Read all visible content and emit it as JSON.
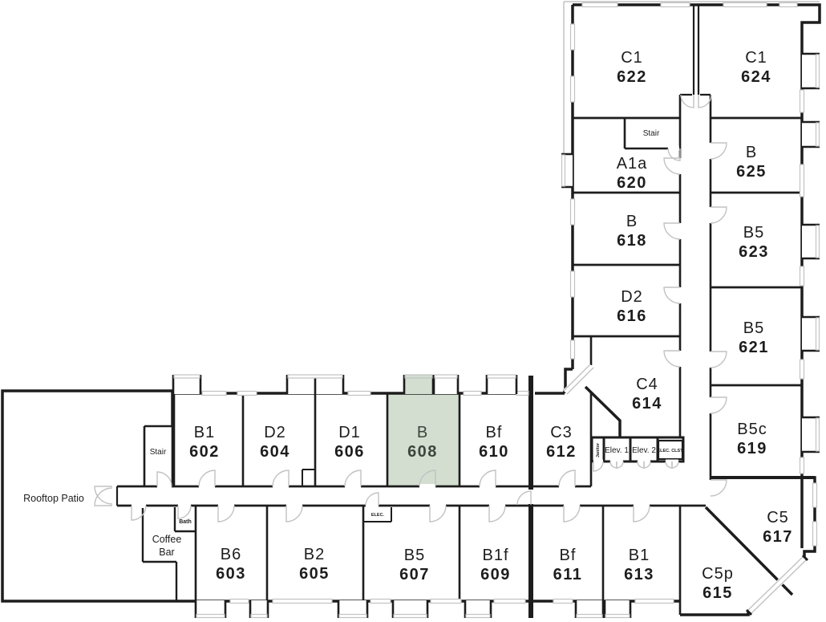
{
  "floorplan": {
    "highlighted_room": "608",
    "colors": {
      "wall": "#1d1d1d",
      "fixture_gray": "#c2c2c2",
      "highlight_fill": "#d3ded1",
      "highlight_text": "#3c463c"
    },
    "rooms": [
      {
        "type": "C1",
        "number": "622",
        "highlighted": false
      },
      {
        "type": "C1",
        "number": "624",
        "highlighted": false
      },
      {
        "type": "A1a",
        "number": "620",
        "highlighted": false
      },
      {
        "type": "B",
        "number": "625",
        "highlighted": false
      },
      {
        "type": "B",
        "number": "618",
        "highlighted": false
      },
      {
        "type": "B5",
        "number": "623",
        "highlighted": false
      },
      {
        "type": "D2",
        "number": "616",
        "highlighted": false
      },
      {
        "type": "B5",
        "number": "621",
        "highlighted": false
      },
      {
        "type": "C4",
        "number": "614",
        "highlighted": false
      },
      {
        "type": "B5c",
        "number": "619",
        "highlighted": false
      },
      {
        "type": "C5",
        "number": "617",
        "highlighted": false
      },
      {
        "type": "C5p",
        "number": "615",
        "highlighted": false
      },
      {
        "type": "B1",
        "number": "602",
        "highlighted": false
      },
      {
        "type": "D2",
        "number": "604",
        "highlighted": false
      },
      {
        "type": "D1",
        "number": "606",
        "highlighted": false
      },
      {
        "type": "B",
        "number": "608",
        "highlighted": true
      },
      {
        "type": "Bf",
        "number": "610",
        "highlighted": false
      },
      {
        "type": "C3",
        "number": "612",
        "highlighted": false
      },
      {
        "type": "B6",
        "number": "603",
        "highlighted": false
      },
      {
        "type": "B2",
        "number": "605",
        "highlighted": false
      },
      {
        "type": "B5",
        "number": "607",
        "highlighted": false
      },
      {
        "type": "B1f",
        "number": "609",
        "highlighted": false
      },
      {
        "type": "Bf",
        "number": "611",
        "highlighted": false
      },
      {
        "type": "B1",
        "number": "613",
        "highlighted": false
      }
    ],
    "annotations": {
      "rooftop_patio": "Rooftop Patio",
      "stair_upper": "Stair",
      "stair_lower": "Stair",
      "coffee_line1": "Coffee",
      "coffee_line2": "Bar",
      "bath": "Bath",
      "elev1": "Elev. 1",
      "elev2": "Elev. 2",
      "elec_clst": "ELEC. CLST.",
      "elec": "ELEC.",
      "janitor": "Janitor"
    }
  }
}
